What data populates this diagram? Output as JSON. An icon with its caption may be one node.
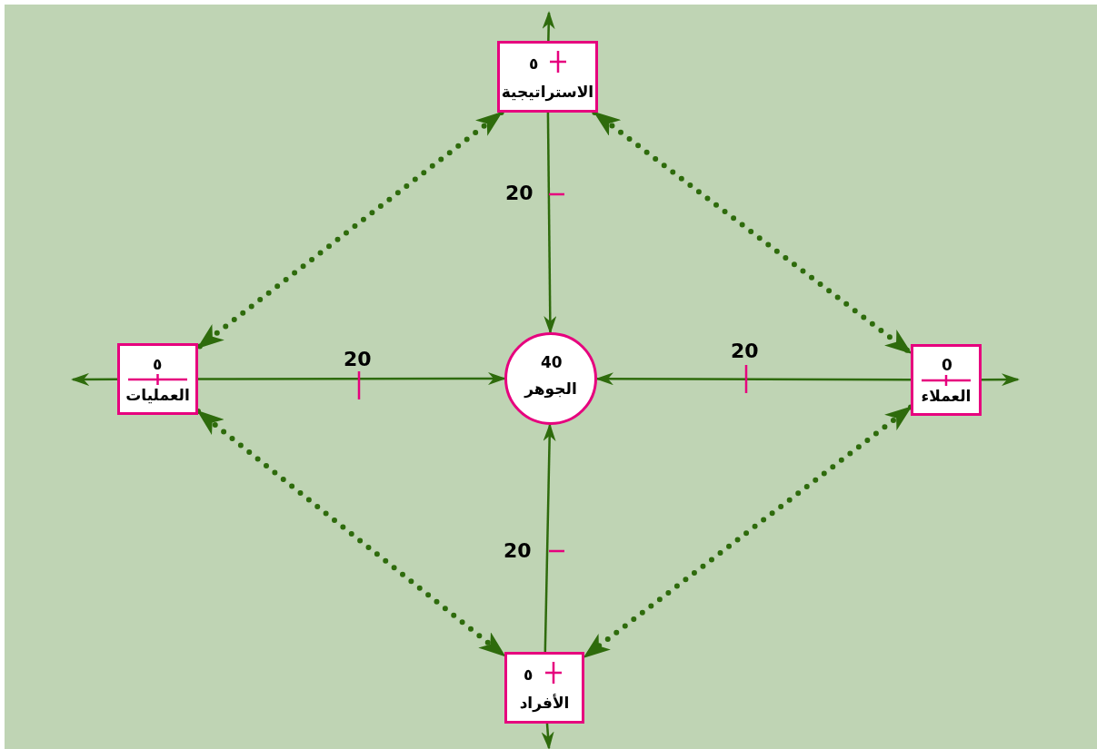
{
  "diagram": {
    "nodes": [
      {
        "text": [
          "٥",
          "الاستراتيجية"
        ]
      },
      {
        "text": [
          "٥",
          "العمليات"
        ]
      },
      {
        "text": [
          "40",
          "الجوهر"
        ]
      },
      {
        "text": [
          "0",
          "العملاء"
        ]
      },
      {
        "text": [
          "٥",
          "الأفراد"
        ]
      }
    ],
    "edges": [
      {
        "from": 1,
        "to": 2,
        "arrow": "to",
        "label": "20"
      },
      {
        "from": 3,
        "to": 2,
        "arrow": "to",
        "label": "20"
      },
      {
        "from": 0,
        "to": 2,
        "arrow": "to",
        "label": "20"
      },
      {
        "from": 4,
        "to": 2,
        "arrow": "to",
        "label": "20"
      },
      {
        "from": 0,
        "to": null,
        "arrow": "to"
      },
      {
        "from": 1,
        "to": null,
        "arrow": "to"
      },
      {
        "from": 3,
        "to": null,
        "arrow": "to"
      },
      {
        "from": 4,
        "to": null,
        "arrow": "to"
      },
      {
        "from": 0,
        "to": 1,
        "arrow": "both",
        "style": "dashed"
      },
      {
        "from": 0,
        "to": 3,
        "arrow": "both",
        "style": "dashed"
      },
      {
        "from": 1,
        "to": 4,
        "arrow": "both",
        "style": "dashed"
      },
      {
        "from": 3,
        "to": 4,
        "arrow": "both",
        "style": "dashed"
      }
    ]
  }
}
